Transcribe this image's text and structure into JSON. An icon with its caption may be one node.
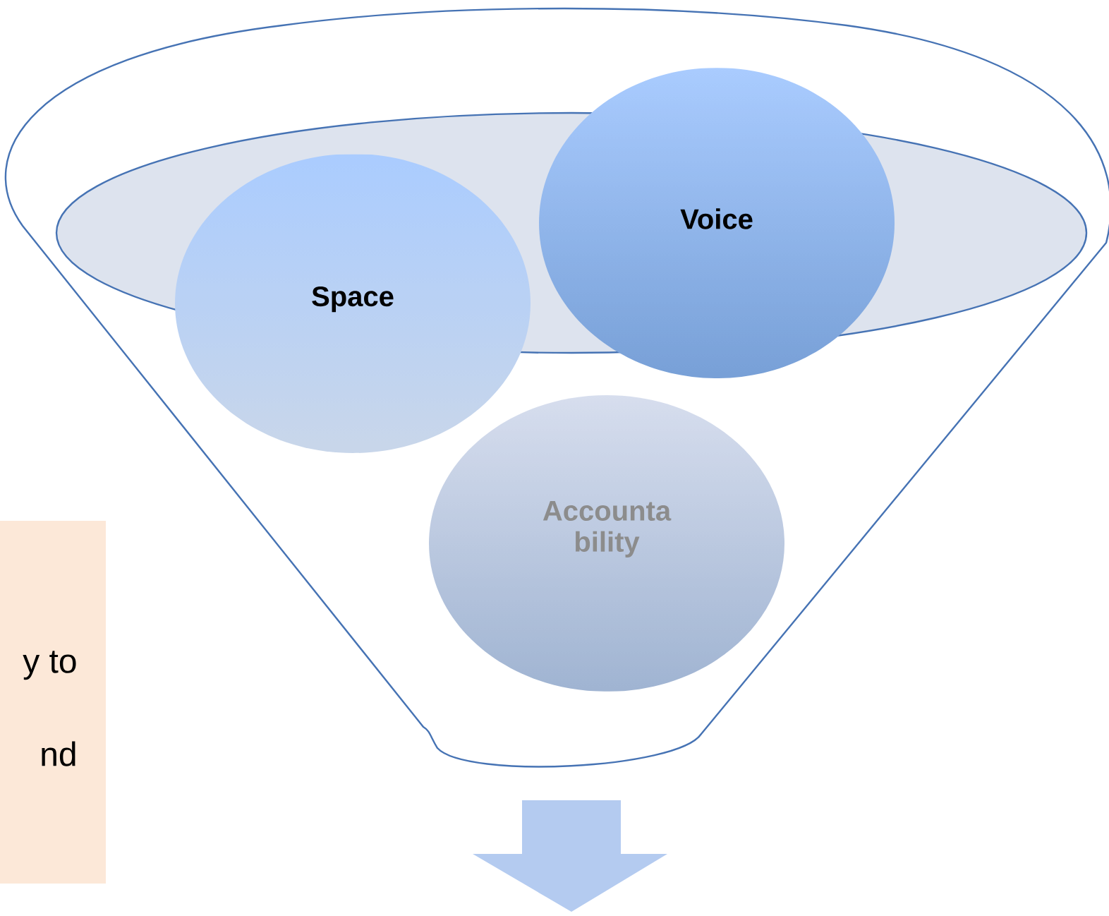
{
  "diagram": {
    "nodes": [
      {
        "text": [
          "Space"
        ]
      },
      {
        "text": [
          "Voice"
        ]
      },
      {
        "text": [
          "Accounta bility"
        ]
      },
      {
        "text": [
          "y to",
          "nd"
        ]
      }
    ]
  }
}
